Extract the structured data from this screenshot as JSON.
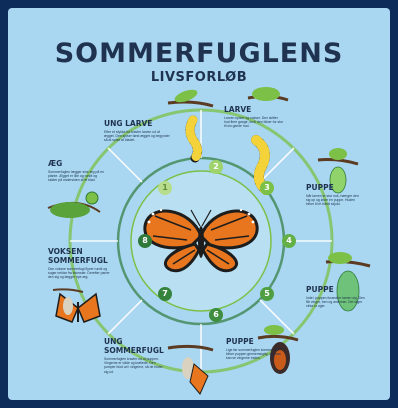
{
  "poster": {
    "title": "SOMMERFUGLENS",
    "subtitle": "LIVSFORLØB"
  },
  "stages": {
    "ung_larve": {
      "heading": "UNG LARVE",
      "text": "Efter et stykke tid kravler larven ud af ægget. Den spiser først ægget og begynder så at spise af bladet."
    },
    "larve": {
      "heading": "LARVE",
      "text": "Larven spiser og vokser. Den skifter hud flere gange, fordi den bliver for stor til sin gamle hud."
    },
    "aeg": {
      "heading": "ÆG",
      "text": "Sommerfuglen lægger sine æg på en plante. Ægget er lille og rundt og sidder på undersiden af et blad."
    },
    "puppe1": {
      "heading": "PUPPE",
      "text": "Når larven er stor nok, hænger den sig op og laver en puppe. Huden bliver til et hårdt skjold."
    },
    "voksen": {
      "heading": "VOKSEN\nSOMMERFUGL",
      "text": "Den voksne sommerfugl flyver rundt og suger nektar fra blomster. Derefter parrer den sig og lægger nye æg."
    },
    "puppe2": {
      "heading": "PUPPE",
      "text": "Inde i puppen forandrer larven sig. Den får vinger, ben og antenner. Det tager cirka to uger."
    },
    "ung_sommerfugl": {
      "heading": "UNG\nSOMMERFUGL",
      "text": "Sommerfuglen kravler ud af puppen. Vingerne er våde og krøllede. Den pumper blod ud i vingerne, så de folder sig ud."
    },
    "puppe3": {
      "heading": "PUPPE",
      "text": "Lige før sommerfuglen kommer ud, bliver puppen gennemsigtig, og man kan se vingerne indeni."
    }
  },
  "cycle_numbers": [
    "1",
    "2",
    "3",
    "4",
    "5",
    "6",
    "7",
    "8"
  ],
  "colors": {
    "background": "#a9d6f0",
    "frame": "#0d2c5a",
    "cycle_green": "#7cc047",
    "cycle_dark_green": "#2f7a3a",
    "title": "#1f3350",
    "wing_orange": "#e8761e"
  }
}
